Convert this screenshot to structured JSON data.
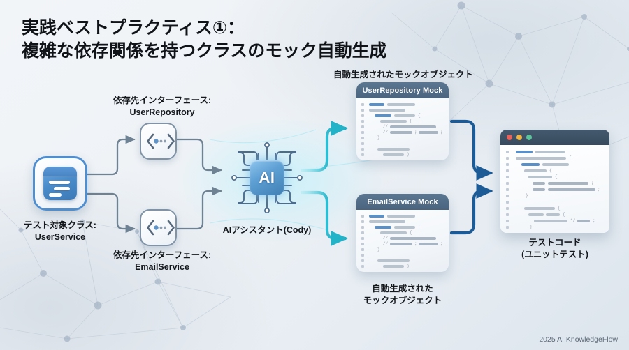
{
  "title": "実践ベストプラクティス①：\n複雑な依存関係を持つクラスのモック自動生成",
  "nodes": {
    "user_service": {
      "label": "テスト対象クラス:\nUserService",
      "icon": "class-document-icon"
    },
    "iface_top": {
      "label": "依存先インターフェース:\nUserRepository",
      "icon": "code-brackets-icon"
    },
    "iface_bottom": {
      "label": "依存先インターフェース:\nEmailService",
      "icon": "code-brackets-icon"
    },
    "ai": {
      "chip_text": "AI",
      "label": "AIアシスタント(Cody)",
      "icon": "ai-chip-icon"
    }
  },
  "mocks": {
    "header_label": "自動生成されたモックオブジェクト",
    "footer_label": "自動生成された\nモックオブジェクト",
    "cards": [
      {
        "title": "UserRepository Mock"
      },
      {
        "title": "EmailService Mock"
      }
    ]
  },
  "output": {
    "label": "テストコード\n(ユニットテスト)",
    "window_dots": [
      "#e8615a",
      "#f0b440",
      "#5ac59a"
    ]
  },
  "footer": "2025 AI KnowledgeFlow",
  "colors": {
    "accent_blue": "#4f8fd0",
    "arrow_teal": "#22b3c8",
    "arrow_navy": "#1d5b96",
    "connector_gray": "#6f8293",
    "mock_header": "#4a6480",
    "window_header": "#3d5166",
    "title_text": "#101418",
    "footer_text": "#5d6a78"
  }
}
